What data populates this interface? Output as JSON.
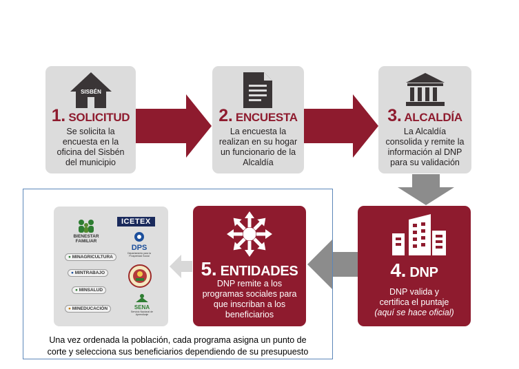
{
  "steps": [
    {
      "num": "1.",
      "title": "SOLICITUD",
      "desc": [
        "Se solicita la",
        "encuesta en la",
        "oficina del Sisbén",
        "del municipio"
      ],
      "icon": "house-icon",
      "icon_text": "SISBÉN"
    },
    {
      "num": "2.",
      "title": "ENCUESTA",
      "desc": [
        "La encuesta la",
        "realizan en su hogar",
        "un funcionario de la",
        "Alcaldía"
      ],
      "icon": "document-icon"
    },
    {
      "num": "3.",
      "title": "ALCALDÍA",
      "desc": [
        "La Alcaldía",
        "consolida y remite la",
        "información al DNP",
        "para su validación"
      ],
      "icon": "building-columns-icon"
    },
    {
      "num": "4.",
      "title": "DNP",
      "desc": [
        "DNP valida y",
        "certifica el puntaje"
      ],
      "desc_italic": "(aquí se hace oficial)",
      "icon": "office-building-icon"
    },
    {
      "num": "5.",
      "title": "ENTIDADES",
      "desc": [
        "DNP remite a los",
        "programas sociales para",
        "que inscriban a los",
        "beneficiarios"
      ],
      "icon": "arrows-outward-icon"
    }
  ],
  "logos": {
    "bienestar": [
      "BIENESTAR",
      "FAMILIAR"
    ],
    "icetex": "ICETEX",
    "minagricultura": "MINAGRICULTURA",
    "dps": "DPS",
    "dps_sub": "Departamento para la Prosperidad Social",
    "mintrabajo": "MINTRABAJO",
    "minsalud": "MINSALUD",
    "mineducacion": "MINEDUCACIÓN",
    "sena": "SENA",
    "sena_sub": "Servicio Nacional de Aprendizaje"
  },
  "caption": [
    "Una vez ordenada la población, cada programa asigna un punto de",
    "corte y selecciona sus beneficiarios dependiendo de su presupuesto"
  ],
  "colors": {
    "red": "#8e1b2e",
    "gray_box": "#dcdcdc",
    "gray_arrow": "#8c8c8c",
    "frame": "#5b86b9"
  }
}
